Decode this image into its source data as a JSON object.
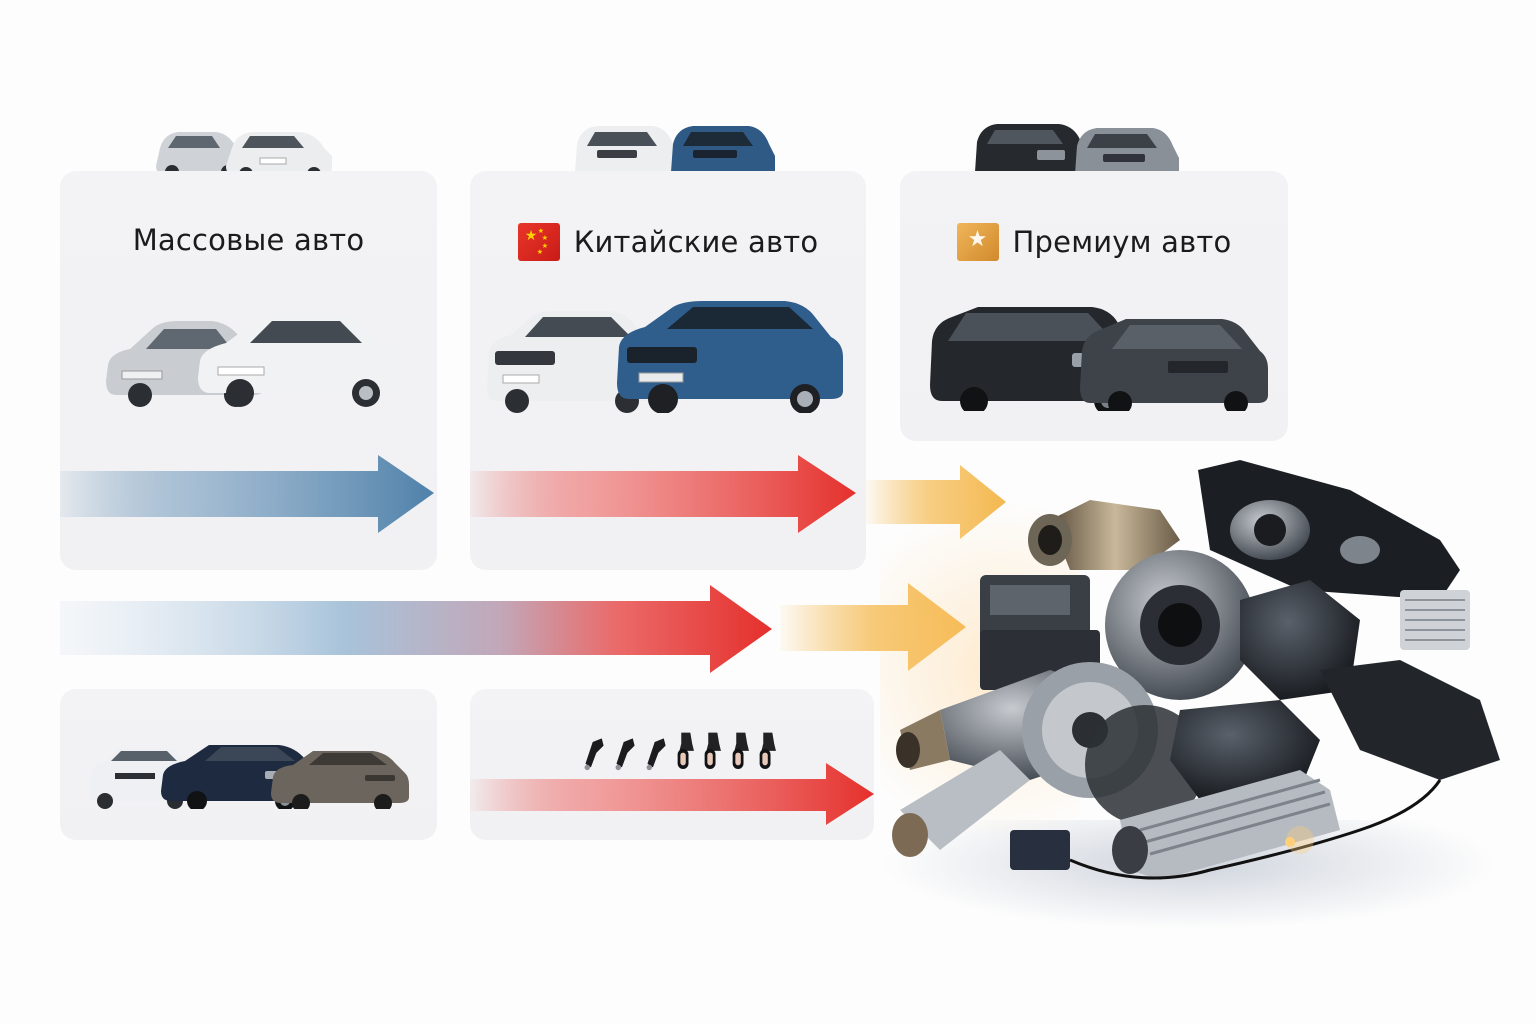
{
  "categories": [
    {
      "id": "mass",
      "title": "Массовые авто",
      "flag_icon": null,
      "accent_color": "#4f81aa",
      "top_cars": [
        "silver-hatchback",
        "white-hatchback"
      ],
      "main_cars": [
        "silver-sedan",
        "white-sedan"
      ]
    },
    {
      "id": "chinese",
      "title": "Китайские авто",
      "flag_icon": "china-flag-icon",
      "accent_color": "#e5302c",
      "top_cars": [
        "white-suv",
        "blue-suv"
      ],
      "main_cars": [
        "white-crossover",
        "blue-crossover"
      ]
    },
    {
      "id": "premium",
      "title": "Премиум авто",
      "flag_icon": "premium-star-flag-icon",
      "accent_color": "#f4b84e",
      "top_cars": [
        "black-suv",
        "gray-suv"
      ],
      "main_cars": [
        "black-wagon",
        "gray-suv"
      ]
    }
  ],
  "flow": {
    "row1": [
      {
        "from": "mass",
        "color_from": "#e6edf4",
        "color_to": "#4f81aa"
      },
      {
        "from": "chinese",
        "color_from": "#fbe3e3",
        "color_to": "#e5302c"
      },
      {
        "from": "premium",
        "color_from": "#fdf1de",
        "color_to": "#f4b84e"
      }
    ],
    "row2": {
      "colors": [
        "#e9eff5",
        "#a8c3da",
        "#e5302c",
        "#f4b84e"
      ]
    },
    "row3": {
      "color_from": "#fbe8e8",
      "color_to": "#e5302c"
    }
  },
  "bottom_cards": [
    {
      "id": "sedans",
      "cars": [
        "white-sedan",
        "dark-blue-sedan",
        "bronze-sedan"
      ]
    },
    {
      "id": "components",
      "items": [
        "ignition-coil",
        "ignition-coil",
        "ignition-coil",
        "sensor",
        "sensor",
        "sensor",
        "sensor"
      ]
    }
  ],
  "destination": {
    "label": "auto-parts-pile",
    "items": [
      "headlight",
      "catalytic-converter",
      "alternator",
      "brake-disc",
      "intercooler",
      "muffler",
      "ecu",
      "radiator"
    ]
  },
  "colors": {
    "background": "#fdfdfd",
    "card": "#f2f2f4",
    "text": "#1b1b1b",
    "blue": "#4f81aa",
    "red": "#e5302c",
    "gold": "#f4b84e"
  }
}
